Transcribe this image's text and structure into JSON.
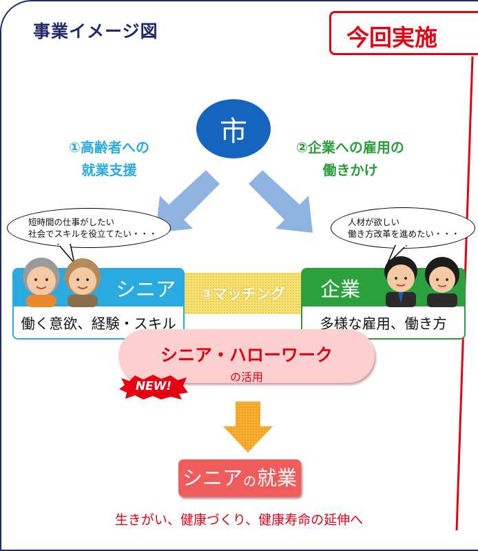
{
  "title": "事業イメージ図",
  "callout": "今回実施",
  "city": "市",
  "step1": [
    "①高齢者への",
    "就業支援"
  ],
  "step2": [
    "②企業への雇用の",
    "働きかけ"
  ],
  "speech_left": [
    "短時間の仕事がしたい",
    "社会でスキルを役立てたい・・・"
  ],
  "speech_right": [
    "人材が欲しい",
    "働き方改革を進めたい・・・"
  ],
  "senior": {
    "label": "シニア",
    "desc": "働く意欲、経験・スキル"
  },
  "corp": {
    "label": "企業",
    "desc": "多様な雇用、働き方"
  },
  "matching": "③マッチング",
  "hellowork": {
    "main": "シニア・ハローワーク",
    "sub": "の活用"
  },
  "new_badge": "NEW!",
  "result": {
    "part1": "シニア",
    "part2": "の",
    "part3": "就業"
  },
  "footer": "生きがい、健康づくり、健康寿命の延伸へ",
  "colors": {
    "navy": "#1f2a6b",
    "red": "#e60012",
    "blue": "#29abe2",
    "green": "#2a9d3a",
    "city": "#1565c0",
    "arrow": "#8fb3e0",
    "orange": "#f7a21b"
  },
  "icons": [
    "seniors-illustration",
    "business-people-illustration",
    "diagonal-arrow-left",
    "diagonal-arrow-right",
    "down-arrow-icon",
    "new-badge-starburst"
  ]
}
